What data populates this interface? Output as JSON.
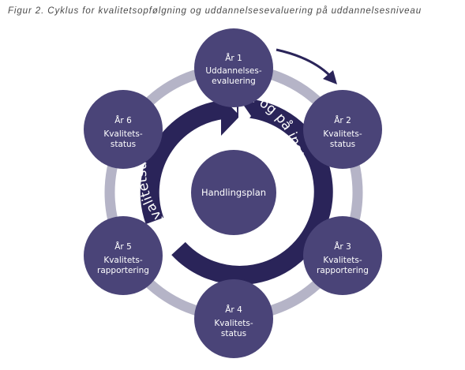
{
  "caption": "Figur 2. Cyklus for kvalitetsopfølgning og uddannelsesevaluering på uddannelsesniveau",
  "center": {
    "label": "Handlingsplan"
  },
  "ring_text": {
    "upper": "Løbende kvalitetsudvikling i studienævn og på instituttet"
  },
  "nodes": [
    {
      "year": "År 1",
      "lines": [
        "Uddannelses-",
        "evaluering"
      ]
    },
    {
      "year": "År 2",
      "lines": [
        "Kvalitets-",
        "status"
      ]
    },
    {
      "year": "År 3",
      "lines": [
        "Kvalitets-",
        "rapportering"
      ]
    },
    {
      "year": "År 4",
      "lines": [
        "Kvalitets-",
        "status"
      ]
    },
    {
      "year": "År 5",
      "lines": [
        "Kvalitets-",
        "rapportering"
      ]
    },
    {
      "year": "År 6",
      "lines": [
        "Kvalitets-",
        "status"
      ]
    }
  ],
  "colors": {
    "node_fill": "#4a4478",
    "ring_band": "#b5b4c7",
    "arc_band": "#2a2459",
    "arrow": "#2a2459"
  }
}
